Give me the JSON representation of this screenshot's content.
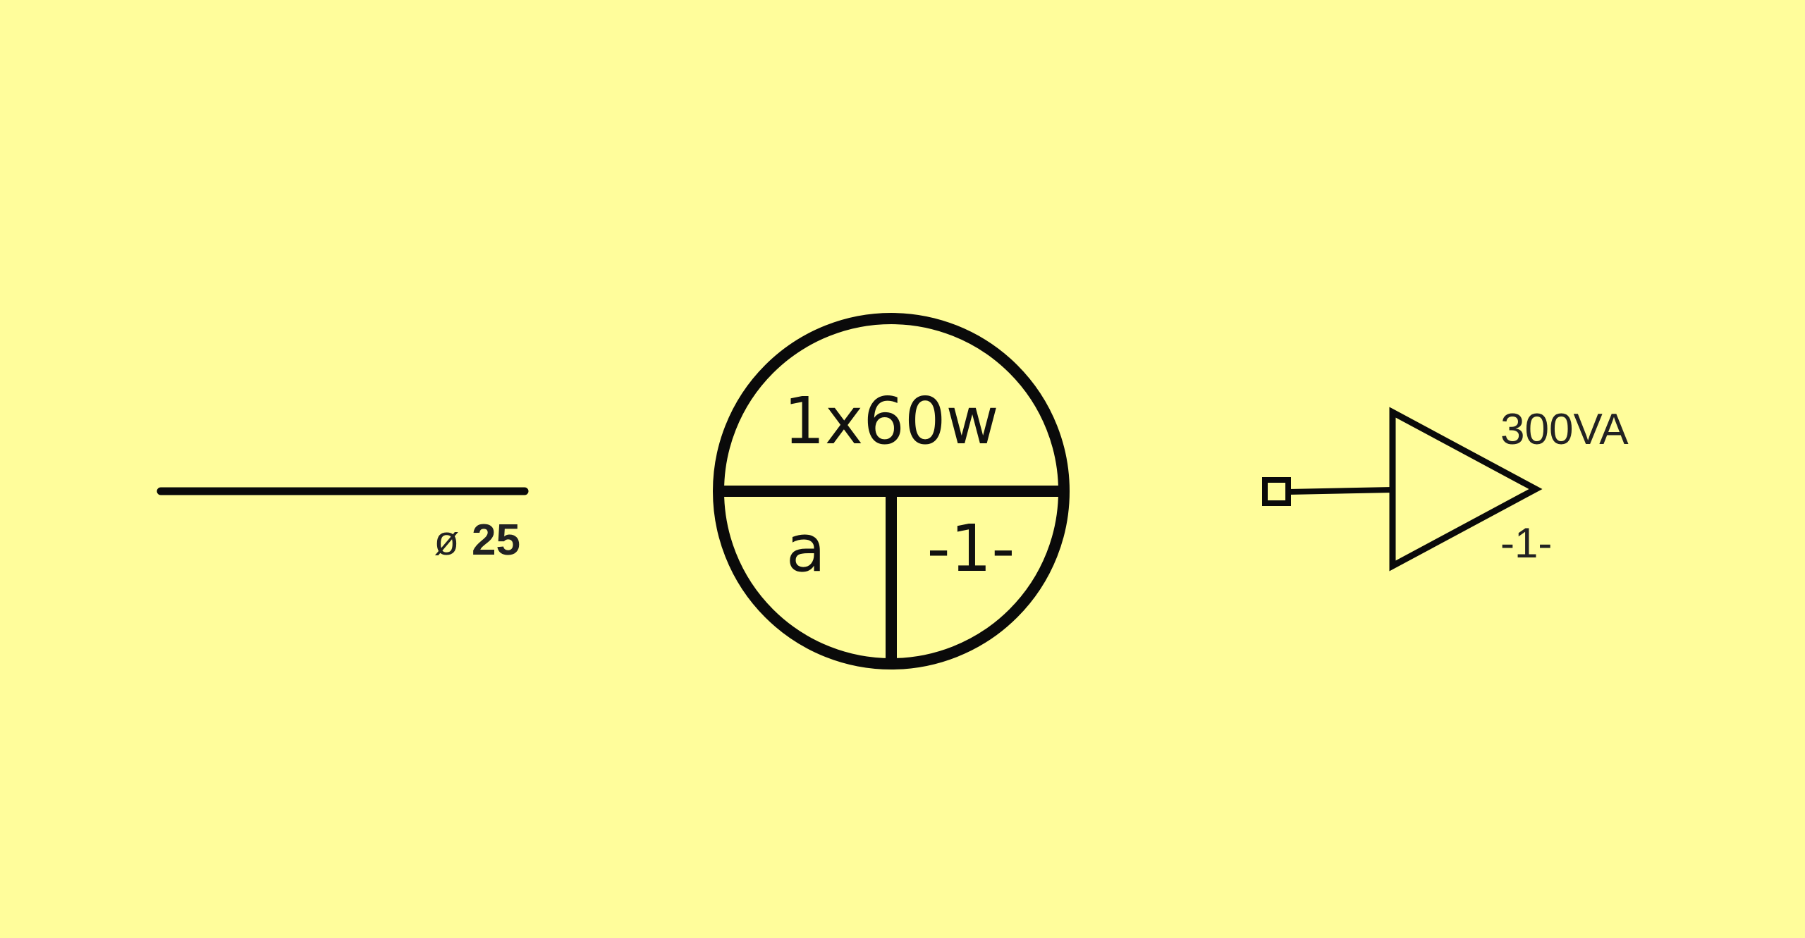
{
  "background_color": "#fffd9b",
  "stroke_color": "#0a0a0a",
  "conduit": {
    "diameter_symbol": "ø",
    "diameter_value": "25"
  },
  "lamp": {
    "power_label": "1x60w",
    "switch_label": "a",
    "circuit_label": "-1-"
  },
  "transformer": {
    "rating_label": "300VA",
    "circuit_label": "-1-"
  }
}
